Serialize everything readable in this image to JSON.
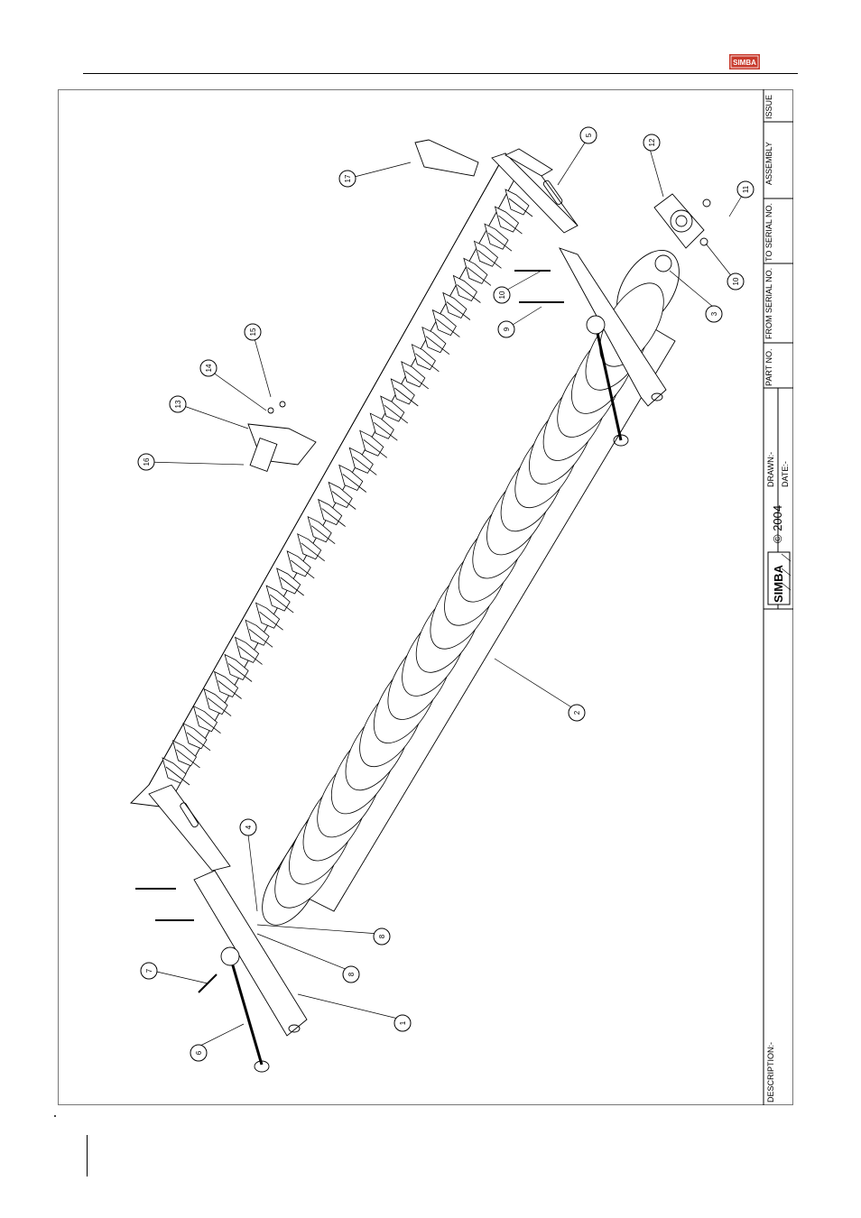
{
  "brand": {
    "header_logo_text": "SIMBA",
    "title_block_logo_text": "SIMBA",
    "copyright": "© 2004"
  },
  "title_block": {
    "issue_label": "ISSUE",
    "assembly_label": "ASSEMBLY",
    "to_serial_label": "TO SERIAL NO.",
    "from_serial_label": "FROM SERIAL NO.",
    "part_no_label": "PART NO.",
    "drawn_label": "DRAWN:-",
    "date_label": "DATE:-",
    "description_label": "DESCRIPTION:-"
  },
  "callouts": [
    "1",
    "2",
    "3",
    "4",
    "5",
    "6",
    "7",
    "8",
    "8",
    "9",
    "10",
    "10",
    "11",
    "12",
    "13",
    "14",
    "15",
    "16",
    "17"
  ],
  "colors": {
    "line": "#000000",
    "frame": "#777777",
    "logo_fill": "#c8392b"
  }
}
